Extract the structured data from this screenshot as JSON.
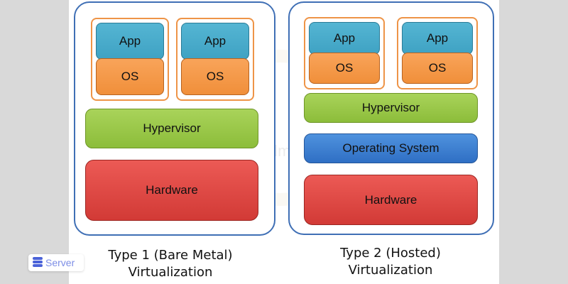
{
  "diagram": {
    "type1": {
      "vms": [
        {
          "app": "App",
          "os": "OS"
        },
        {
          "app": "App",
          "os": "OS"
        }
      ],
      "hypervisor": "Hypervisor",
      "hardware": "Hardware",
      "caption_line1": "Type 1 (Bare Metal)",
      "caption_line2": "Virtualization"
    },
    "type2": {
      "vms": [
        {
          "app": "App",
          "os": "OS"
        },
        {
          "app": "App",
          "os": "OS"
        }
      ],
      "hypervisor": "Hypervisor",
      "operating_system": "Operating System",
      "hardware": "Hardware",
      "caption_line1": "Type 2 (Hosted)",
      "caption_line2": "Virtualization"
    },
    "colors": {
      "app": "#4aadcc",
      "os": "#f4993f",
      "hypervisor": "#9bc94a",
      "operating_system": "#3b7fd1",
      "hardware": "#e04844",
      "panel_border": "#3f6fb5",
      "vm_border": "#ee9447"
    }
  },
  "badge": {
    "icon": "server-stack-icon",
    "label": "Server"
  },
  "watermark": {
    "text": "TecAdmin.net"
  }
}
